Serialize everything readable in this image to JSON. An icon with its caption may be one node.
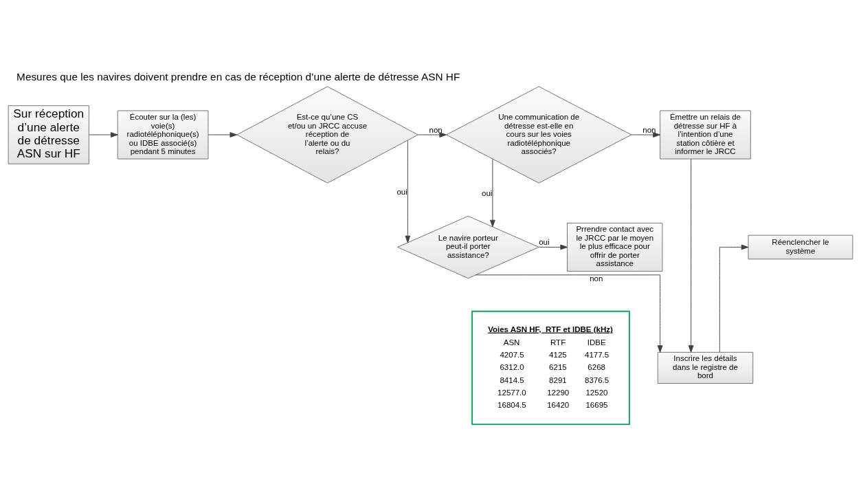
{
  "diagram": {
    "title": "Mesures que les navires doivent prendre en cas de réception d’une alerte de détresse ASN HF",
    "nodes": [
      {
        "text": [
          "Sur réception d’une alerte de détresse ASN sur HF"
        ]
      },
      {
        "text": [
          "Écouter sur la (les) voie(s) radiotéléphonique(s) ou IDBE associé(s) pendant 5 minutes"
        ]
      },
      {
        "text": [
          "Est-ce qu’une CS et/ou un JRCC accuse réception de l’alerte ou du relais?"
        ]
      },
      {
        "text": [
          "Une communication de détresse est-elle en cours sur les voies radiotéléphonique associés?"
        ]
      },
      {
        "text": [
          "Émettre un relais de détresse sur HF à l’intention d’une station côtière et informer le JRCC"
        ]
      },
      {
        "text": [
          "Le navire porteur peut-il porter assistance?"
        ]
      },
      {
        "text": [
          "Prrendre contact avec le JRCC par le moyen le plus efficace pour offrir de porter assistance"
        ]
      },
      {
        "text": [
          "Réenclencher le système"
        ]
      },
      {
        "text": [
          "Inscrire les détails dans le registre de bord"
        ]
      },
      {
        "text": [
          "Voies ASN HF,  RTF et IDBE (kHz)",
          "ASN",
          "RTF",
          "IDBE",
          "4207.5",
          "4125",
          "4177.5",
          "6312.0",
          "6215",
          "6268",
          "8414.5",
          "8291",
          "8376.5",
          "12577.0",
          "12290",
          "12520",
          "16804.5",
          "16420",
          "16695"
        ]
      }
    ],
    "edges": [
      {
        "from": 0,
        "to": 1,
        "arrow": "to"
      },
      {
        "from": 1,
        "to": 2,
        "arrow": "to"
      },
      {
        "from": 2,
        "to": 3,
        "arrow": "to",
        "label": "non"
      },
      {
        "from": 3,
        "to": 4,
        "arrow": "to",
        "label": "non"
      },
      {
        "from": 2,
        "to": 5,
        "arrow": "to",
        "label": "oui"
      },
      {
        "from": 3,
        "to": 5,
        "arrow": "to",
        "label": "oui"
      },
      {
        "from": 5,
        "to": 6,
        "arrow": "to",
        "label": "oui"
      },
      {
        "from": 5,
        "to": 8,
        "arrow": "to",
        "label": "non"
      },
      {
        "from": 4,
        "to": 8,
        "arrow": "to"
      },
      {
        "from": 8,
        "to": 7,
        "arrow": "to"
      }
    ]
  }
}
